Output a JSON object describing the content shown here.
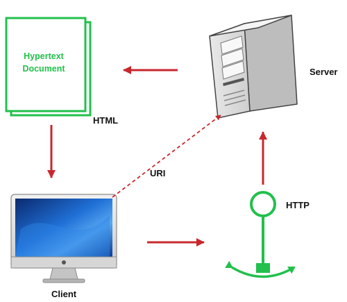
{
  "document": {
    "line1": "Hypertext",
    "line2": "Document"
  },
  "labels": {
    "html": "HTML",
    "server": "Server",
    "uri": "URI",
    "http": "HTTP",
    "client": "Client"
  },
  "colors": {
    "accent_green": "#22c04c",
    "arrow_red": "#c8282d",
    "text": "#111111"
  },
  "icons": {
    "server": "server-tower-icon",
    "client": "desktop-monitor-icon",
    "http": "anchor-icon"
  }
}
